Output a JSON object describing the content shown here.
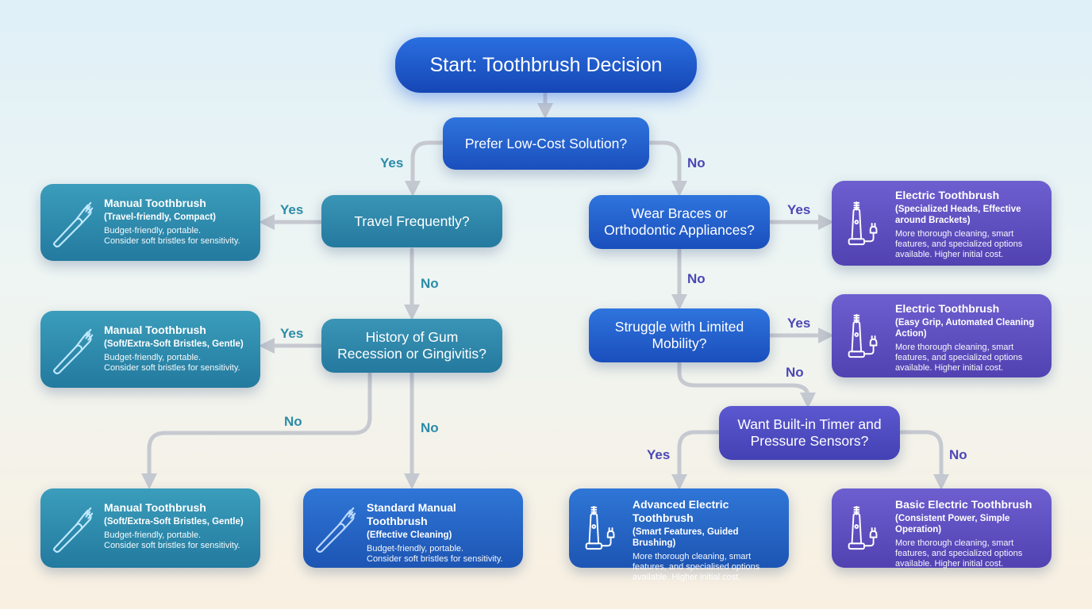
{
  "start": "Start: Toothbrush Decision",
  "questions": {
    "low_cost": "Prefer Low-Cost Solution?",
    "travel": "Travel Frequently?",
    "gum_recession": "History of Gum\nRecession or Gingivitis?",
    "braces": "Wear Braces or\nOrthodontic Appliances?",
    "mobility": "Struggle with Limited\nMobility?",
    "timer": "Want Built-in Timer and\nPressure Sensors?"
  },
  "edge_labels": {
    "low_cost_yes": "Yes",
    "low_cost_no": "No",
    "travel_yes": "Yes",
    "travel_no": "No",
    "gum_yes": "Yes",
    "gum_no_left": "No",
    "gum_no_down": "No",
    "braces_yes": "Yes",
    "braces_no": "No",
    "mobility_yes": "Yes",
    "mobility_no": "No",
    "timer_yes": "Yes",
    "timer_no": "No"
  },
  "outcomes": {
    "manual_travel": {
      "title": "Manual Toothbrush",
      "subtitle": "(Travel-friendly, Compact)",
      "desc": "Budget-friendly, portable.\nConsider soft bristles for sensitivity.",
      "icon": "manual-toothbrush-icon"
    },
    "manual_soft_1": {
      "title": "Manual Toothbrush",
      "subtitle": "(Soft/Extra-Soft Bristles, Gentle)",
      "desc": "Budget-friendly, portable.\nConsider soft bristles for sensitivity.",
      "icon": "manual-toothbrush-icon"
    },
    "manual_soft_2": {
      "title": "Manual Toothbrush",
      "subtitle": "(Soft/Extra-Soft Bristles, Gentle)",
      "desc": "Budget-friendly, portable.\nConsider soft bristles for sensitivity.",
      "icon": "manual-toothbrush-icon"
    },
    "standard_manual": {
      "title": "Standard Manual Toothbrush",
      "subtitle": "(Effective Cleaning)",
      "desc": "Budget-friendly, portable.\nConsider soft bristles for sensitivity.",
      "icon": "manual-toothbrush-icon"
    },
    "electric_braces": {
      "title": "Electric Toothbrush",
      "subtitle": "(Specialized Heads, Effective\naround Brackets)",
      "desc": "More thorough cleaning, smart\nfeatures, and specialized options\navailable. Higher initial cost.",
      "icon": "electric-toothbrush-icon"
    },
    "electric_mobility": {
      "title": "Electric Toothbrush",
      "subtitle": "(Easy Grip, Automated Cleaning\nAction)",
      "desc": "More thorough cleaning, smart\nfeatures, and specialized options\navailable. Higher initial cost.",
      "icon": "electric-toothbrush-icon"
    },
    "advanced_electric": {
      "title": "Advanced Electric Toothbrush",
      "subtitle": "(Smart Features, Guided Brushing)",
      "desc": "More thorough cleaning, smart\nfeatures, and specialised options\navailable. Higher initial cost.",
      "icon": "electric-toothbrush-icon"
    },
    "basic_electric": {
      "title": "Basic Electric Toothbrush",
      "subtitle": "(Consistent Power, Simple Operation)",
      "desc": "More thorough cleaning, smart\nfeatures, and specialized options\navailable. Higher initial cost.",
      "icon": "electric-toothbrush-icon"
    }
  },
  "colors": {
    "start": "#1c52c4",
    "question_blue": "#2560cc",
    "question_teal": "#2d86aa",
    "question_violet": "#4e4bc2",
    "card_teal": "#2c8aad",
    "card_blue": "#2663c4",
    "card_purple": "#5e4fc0",
    "connector": "#c4c8d0"
  }
}
